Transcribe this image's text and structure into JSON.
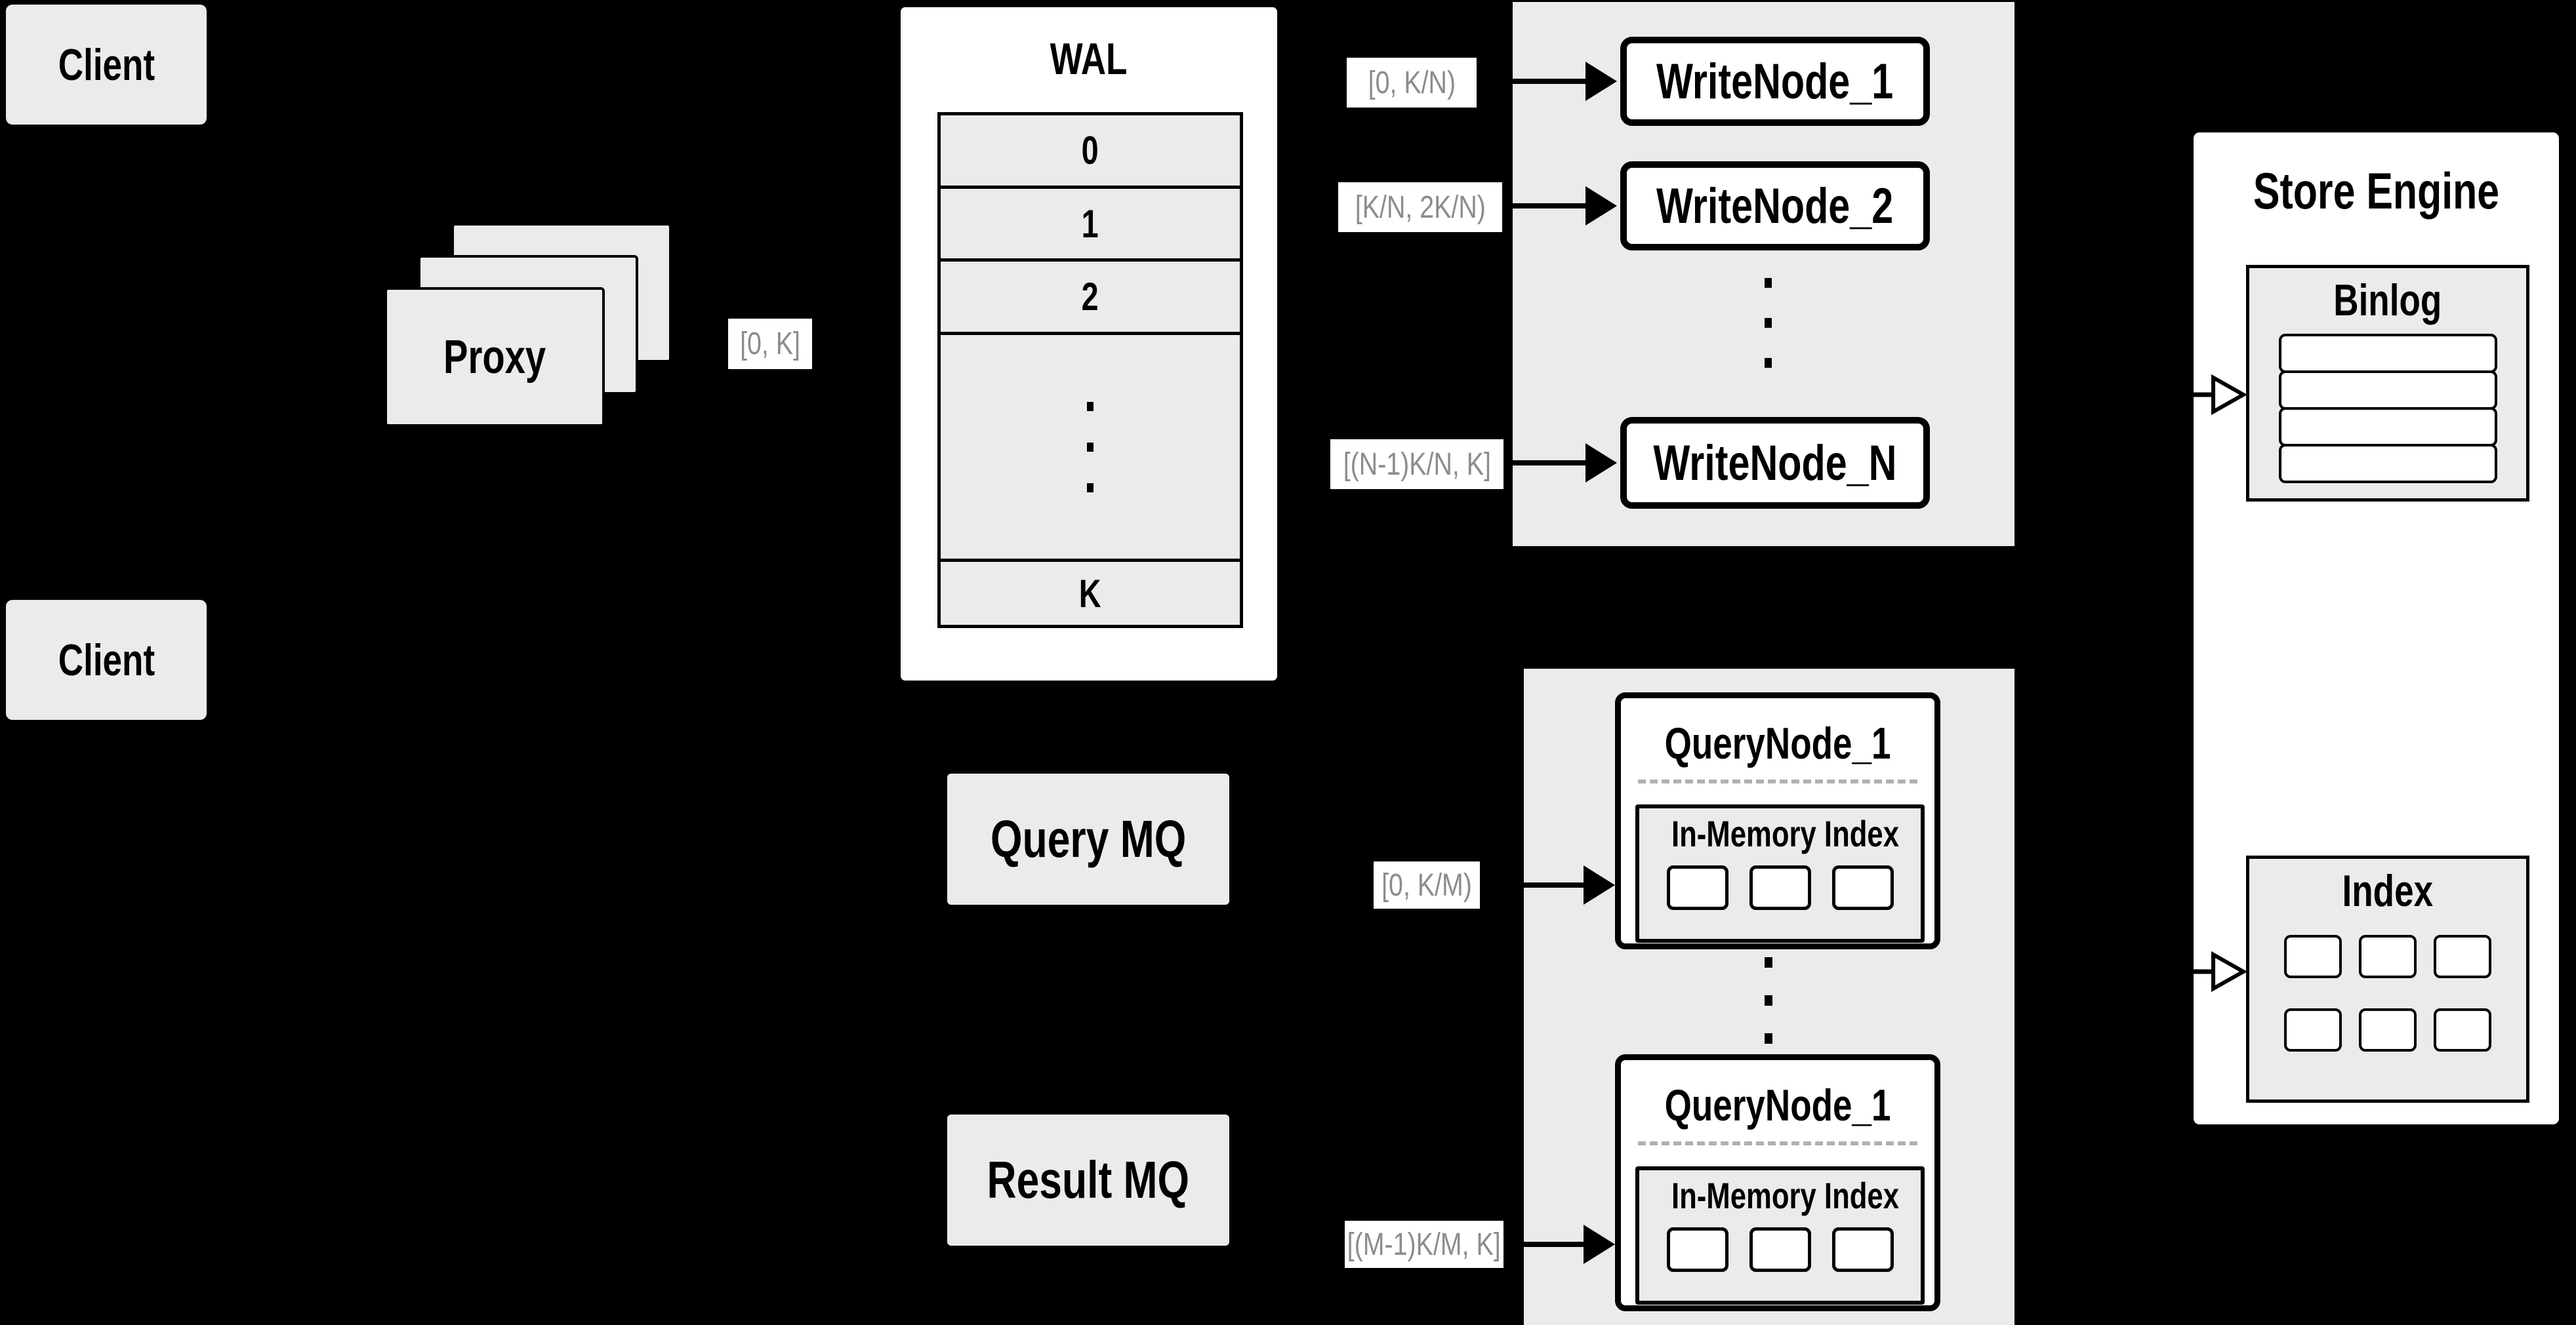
{
  "colors": {
    "background": "#000000",
    "panel_fill": "#ebebeb",
    "node_fill": "#ffffff",
    "border": "#000000",
    "range_label_text": "#8c8c8c",
    "dashed_divider": "#b0b0b0"
  },
  "icons": {
    "vertical_ellipsis": "vertical-ellipsis (three stacked dots)",
    "solid_arrow": "black right arrow",
    "open_arrow": "hollow right arrowhead"
  },
  "client_top": {
    "label": "Client"
  },
  "client_bottom": {
    "label": "Client"
  },
  "proxy": {
    "label": "Proxy",
    "range_label": "[0, K]"
  },
  "wal": {
    "title": "WAL",
    "rows": [
      "0",
      "1",
      "2"
    ],
    "row_k": "K"
  },
  "write": {
    "labels": [
      "[0, K/N)",
      "[K/N, 2K/N)",
      "[(N-1)K/N, K]"
    ],
    "nodes": [
      "WriteNode_1",
      "WriteNode_2",
      "WriteNode_N"
    ]
  },
  "mq": {
    "query": "Query MQ",
    "result": "Result MQ"
  },
  "query": {
    "labels": [
      "[0, K/M)",
      "[(M-1)K/M, K]"
    ],
    "node_top": {
      "title": "QueryNode_1",
      "subtitle": "In-Memory Index"
    },
    "node_bottom": {
      "title": "QueryNode_1",
      "subtitle": "In-Memory Index"
    }
  },
  "store": {
    "title": "Store Engine",
    "binlog_title": "Binlog",
    "index_title": "Index"
  }
}
